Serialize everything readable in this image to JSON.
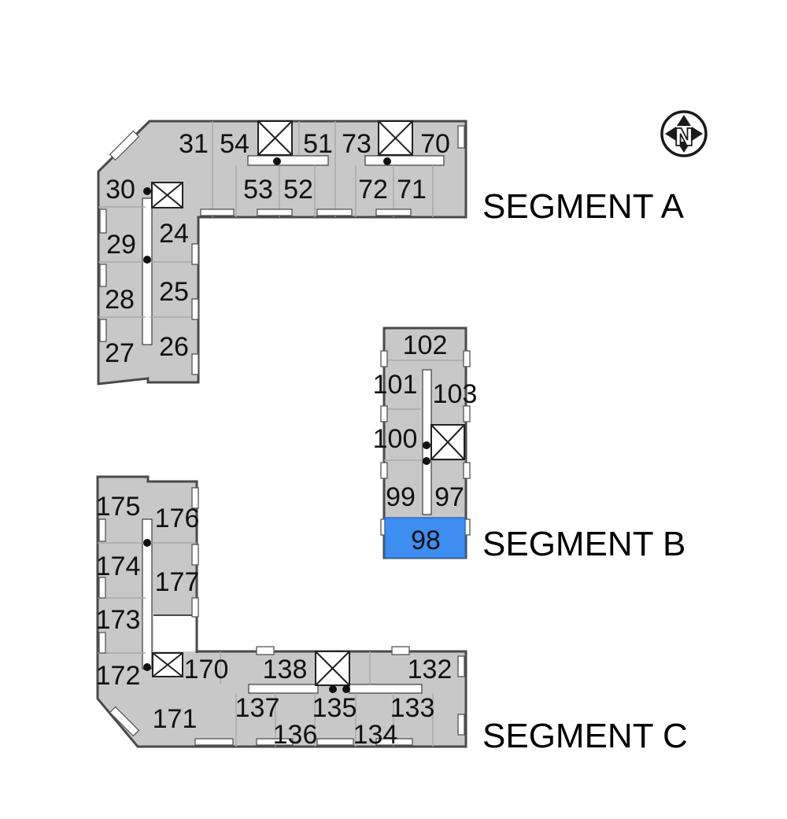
{
  "segments": {
    "a": "SEGMENT A",
    "b": "SEGMENT B",
    "c": "SEGMENT C"
  },
  "compass": {
    "letter": "N",
    "icon": "north-arrow-icon"
  },
  "selected_unit": "98",
  "highlight_color": "#3d8ef0",
  "building_color": "#c8c8c8",
  "units": {
    "a": [
      "31",
      "54",
      "51",
      "73",
      "70",
      "30",
      "53",
      "52",
      "72",
      "71",
      "29",
      "24",
      "28",
      "25",
      "27",
      "26"
    ],
    "b": [
      "102",
      "101",
      "103",
      "100",
      "99",
      "97",
      "98"
    ],
    "c": [
      "175",
      "176",
      "174",
      "177",
      "173",
      "172",
      "170",
      "138",
      "132",
      "171",
      "137",
      "135",
      "133",
      "136",
      "134"
    ]
  }
}
